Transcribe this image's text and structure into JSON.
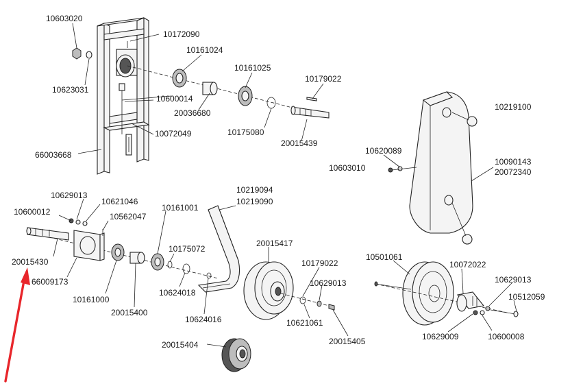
{
  "colors": {
    "arrow": "#e8262b",
    "line": "#222222",
    "part_fill": "#f4f4f4"
  },
  "labels": {
    "l10603020": "10603020",
    "l10172090": "10172090",
    "l10161024": "10161024",
    "l10623031": "10623031",
    "l10161025": "10161025",
    "l10179022a": "10179022",
    "l10600014": "10600014",
    "l20036680": "20036680",
    "l10175080": "10175080",
    "l20015439": "20015439",
    "l10072049": "10072049",
    "l66003668": "66003668",
    "l10219100": "10219100",
    "l10620089": "10620089",
    "l10603010": "10603010",
    "l10090143": "10090143",
    "l20072340": "20072340",
    "l10219094": "10219094",
    "l10219090": "10219090",
    "l10629013a": "10629013",
    "l10621046": "10621046",
    "l10161001": "10161001",
    "l10600012": "10600012",
    "l10562047": "10562047",
    "l20015417": "20015417",
    "l10175072": "10175072",
    "l10179022b": "10179022",
    "l20015430": "20015430",
    "l10501061": "10501061",
    "l10072022": "10072022",
    "l66009173": "66009173",
    "l10629013b": "10629013",
    "l10629013c": "10629013",
    "l10624018": "10624018",
    "l10161000": "10161000",
    "l10512059": "10512059",
    "l20015400": "20015400",
    "l10624016": "10624016",
    "l10621061": "10621061",
    "l10629009": "10629009",
    "l10600008": "10600008",
    "l20015405": "20015405",
    "l20015404": "20015404"
  }
}
